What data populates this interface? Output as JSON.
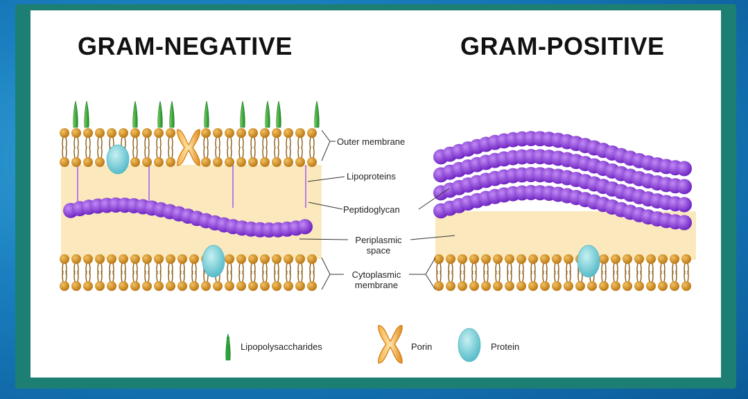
{
  "titles": {
    "left": "GRAM-NEGATIVE",
    "right": "GRAM-POSITIVE"
  },
  "labels": {
    "outer_membrane": "Outer membrane",
    "lipoproteins": "Lipoproteins",
    "peptidoglycan": "Peptidoglycan",
    "periplasmic_line1": "Periplasmic",
    "periplasmic_line2": "space",
    "cytoplasmic_line1": "Cytoplasmic",
    "cytoplasmic_line2": "membrane"
  },
  "legend": {
    "lipopolysaccharides": "Lipopolysaccharides",
    "porin": "Porin",
    "protein": "Protein"
  },
  "colors": {
    "frame": "#1d7f73",
    "lipid_head": "#d08a1a",
    "lipid_tail": "#8a5a12",
    "peptidoglycan": "#8b35e0",
    "periplasm": "#fbe9bd",
    "lps": "#2aa03a",
    "porin": "#f0a030",
    "protein": "#7fd4dc",
    "lipoprotein": "#b77de6"
  }
}
